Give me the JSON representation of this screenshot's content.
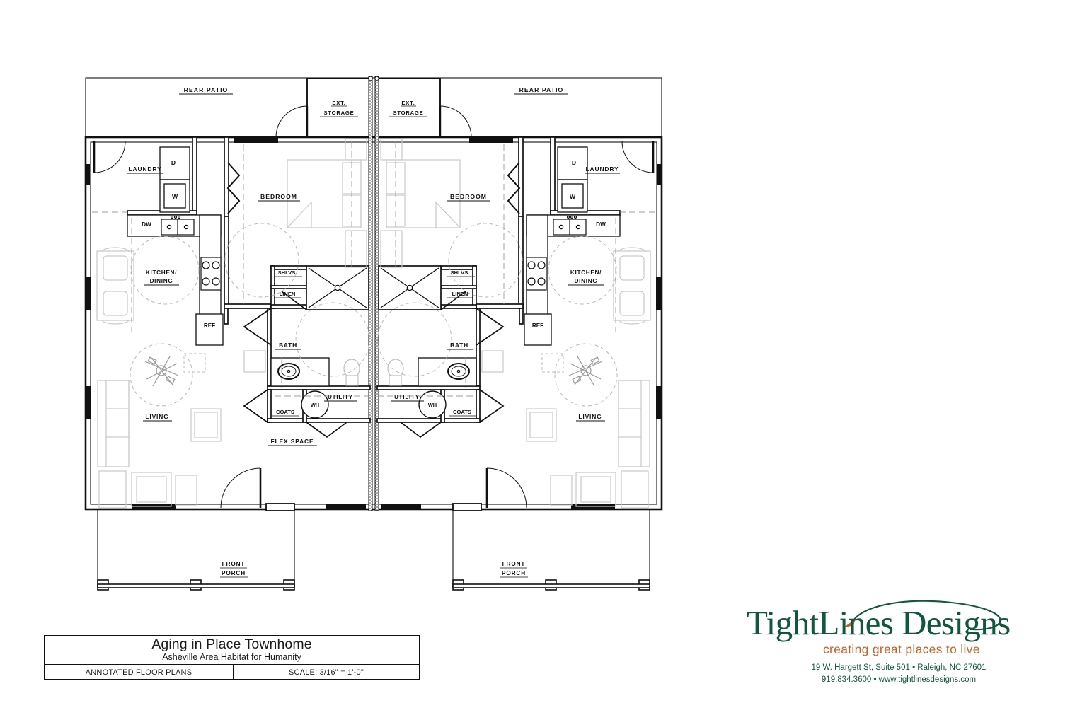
{
  "sheet": {
    "drawing_type": "architectural-floor-plan",
    "units": 2,
    "mirrored": true
  },
  "title_block": {
    "project_title": "Aging in Place Townhome",
    "client": "Asheville Area Habitat for Humanity",
    "sheet_name": "ANNOTATED FLOOR PLANS",
    "scale": "SCALE: 3/16\" = 1'-0\""
  },
  "logo": {
    "word_light": "Tight",
    "word_bold": "Lines",
    "word_two": "Designs",
    "full_name": "TightLines Designs",
    "tagline": "creating great places to live",
    "address": "19 W. Hargett St, Suite 501 • Raleigh, NC 27601",
    "phone_web": "919.834.3600 • www.tightlinesdesigns.com",
    "green": "#11583b",
    "orange": "#c1642a"
  },
  "room_labels": {
    "rear_patio": "REAR PATIO",
    "ext_storage_line1": "EXT.",
    "ext_storage_line2": "STORAGE",
    "laundry": "LAUNDRY",
    "bedroom": "BEDROOM",
    "kitchen_line1": "KITCHEN/",
    "kitchen_line2": "DINING",
    "living": "LIVING",
    "bath": "BATH",
    "utility": "UTILITY",
    "coats": "COATS",
    "linen": "LINEN",
    "shelves": "SHLVS.",
    "flex_space": "FLEX SPACE",
    "front_porch_line1": "FRONT",
    "front_porch_line2": "PORCH"
  },
  "appliance_labels": {
    "dryer": "D",
    "washer": "W",
    "dishwasher": "DW",
    "refrigerator": "REF",
    "water_heater": "WH"
  },
  "units": [
    {
      "side": "left",
      "rooms": [
        "REAR PATIO",
        "EXT. STORAGE",
        "LAUNDRY",
        "BEDROOM",
        "KITCHEN/DINING",
        "LIVING",
        "BATH",
        "UTILITY",
        "COATS",
        "LINEN",
        "SHLVS.",
        "FLEX SPACE",
        "FRONT PORCH"
      ],
      "appliances": [
        "D",
        "W",
        "DW",
        "REF",
        "WH"
      ]
    },
    {
      "side": "right",
      "rooms": [
        "REAR PATIO",
        "EXT. STORAGE",
        "LAUNDRY",
        "BEDROOM",
        "KITCHEN/DINING",
        "LIVING",
        "BATH",
        "UTILITY",
        "COATS",
        "LINEN",
        "SHLVS.",
        "FRONT PORCH"
      ],
      "appliances": [
        "D",
        "W",
        "DW",
        "REF",
        "WH"
      ]
    }
  ]
}
